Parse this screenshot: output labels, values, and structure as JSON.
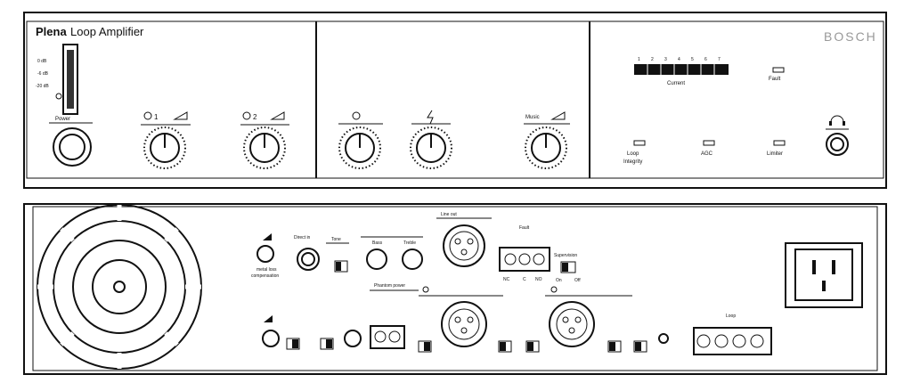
{
  "front": {
    "brand": "Plena",
    "model": "Loop Amplifier",
    "logo": "BOSCH",
    "meter_labels": [
      "0 dB",
      "-6 dB",
      "-20 dB"
    ],
    "power_label": "Power",
    "input1_label": "1",
    "input2_label": "2",
    "music_label": "Music",
    "current_label": "Current",
    "current_scale": [
      "1",
      "2",
      "3",
      "4",
      "5",
      "6",
      "7"
    ],
    "fault_label": "Fault",
    "loop_integrity_label": [
      "Loop",
      "Integrity"
    ],
    "agc_label": "AGC",
    "limiter_label": "Limiter"
  },
  "back": {
    "metal_loss_label": [
      "metal loss",
      "compensation"
    ],
    "direct_in_label": "Direct in",
    "tone_label": "Tone",
    "bass_label": "Bass",
    "treble_label": "Treble",
    "line_out_label": "Line out",
    "fault_label": "Fault",
    "supervision_label": "Supervision",
    "phantom_power_label": "Phantom power",
    "loop_label": "Loop",
    "nc_c_no": [
      "NC",
      "C",
      "NO"
    ],
    "on_off": [
      "On",
      "Off"
    ]
  }
}
